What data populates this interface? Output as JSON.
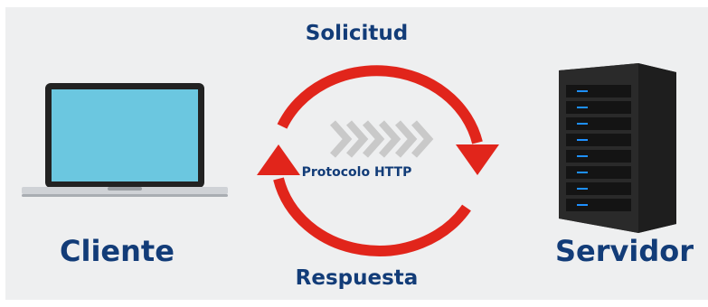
{
  "diagram": {
    "top_label": "Solicitud",
    "bottom_label": "Respuesta",
    "center_label": "Protocolo HTTP",
    "left_label": "Cliente",
    "right_label": "Servidor"
  },
  "icons": {
    "left": "laptop-icon",
    "right": "server-rack-icon",
    "center": "chevrons-right-icon",
    "arrows": "circular-arrows-icon"
  },
  "colors": {
    "background": "#eeeff0",
    "text": "#123c78",
    "arrow": "#e1251b",
    "laptop_screen": "#6bc7e0",
    "server": "#2b2b2b",
    "server_led": "#1e90ff",
    "chevrons": "#c9c9c9"
  }
}
